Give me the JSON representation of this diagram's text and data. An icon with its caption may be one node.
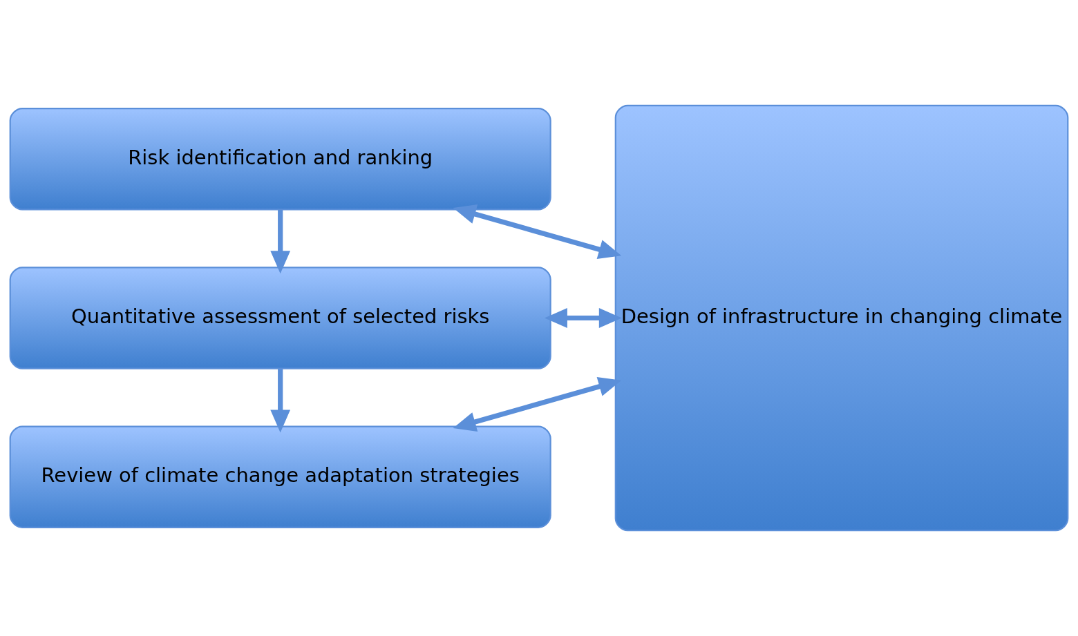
{
  "diagram": {
    "nodes": [
      {
        "text": [
          "Risk identification and ranking"
        ]
      },
      {
        "text": [
          "Quantitative assessment of selected risks"
        ]
      },
      {
        "text": [
          "Review of climate change adaptation strategies"
        ]
      },
      {
        "text": [
          "Design of infrastructure in changing climate"
        ]
      }
    ],
    "edges": [
      {
        "from": 0,
        "to": 1,
        "arrow": "to"
      },
      {
        "from": 1,
        "to": 2,
        "arrow": "to"
      },
      {
        "from": 0,
        "to": 3,
        "arrow": "both"
      },
      {
        "from": 1,
        "to": 3,
        "arrow": "both"
      },
      {
        "from": 2,
        "to": 3,
        "arrow": "both"
      }
    ]
  }
}
